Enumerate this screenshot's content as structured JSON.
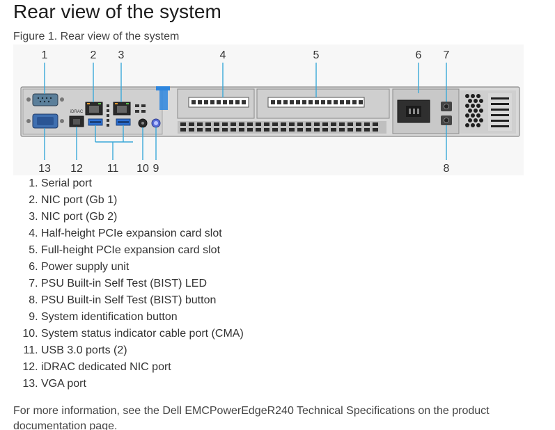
{
  "heading": "Rear view of the system",
  "figure": {
    "caption": "Figure 1. Rear view of the system",
    "callouts_top": [
      "1",
      "2",
      "3",
      "4",
      "5",
      "6",
      "7"
    ],
    "callouts_bottom": [
      "13",
      "12",
      "11",
      "10",
      "9",
      "8"
    ],
    "chassis_labels": {
      "idrac": "iDRAC"
    }
  },
  "features": [
    "Serial port",
    "NIC port (Gb 1)",
    "NIC port (Gb 2)",
    "Half-height PCIe expansion card slot",
    "Full-height PCIe expansion card slot",
    "Power supply unit",
    "PSU Built-in Self Test (BIST) LED",
    "PSU Built-in Self Test (BIST) button",
    "System identification button",
    "System status indicator cable port (CMA)",
    "USB 3.0 ports (2)",
    "iDRAC dedicated NIC port",
    "VGA port"
  ],
  "footer_text": "For more information, see the Dell EMCPowerEdgeR240 Technical Specifications on the product documentation page."
}
